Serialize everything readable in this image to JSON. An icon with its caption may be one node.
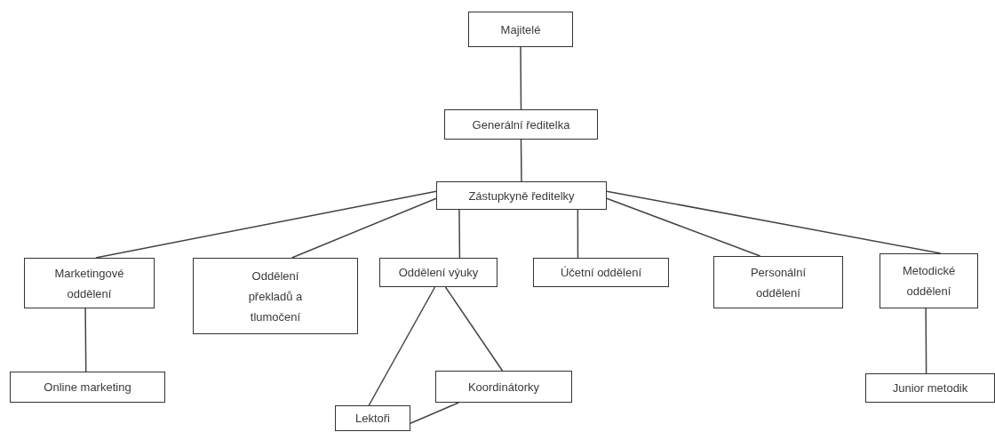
{
  "diagram": {
    "nodes": [
      {
        "text": [
          "Majitelé"
        ]
      },
      {
        "text": [
          "Generální ředitelka"
        ]
      },
      {
        "text": [
          "Zástupkyně ředitelky"
        ]
      },
      {
        "text": [
          "Marketingové oddělení"
        ]
      },
      {
        "text": [
          "Oddělení překladů a tlumočení"
        ]
      },
      {
        "text": [
          "Oddělení výuky"
        ]
      },
      {
        "text": [
          "Účetní oddělení"
        ]
      },
      {
        "text": [
          "Personální oddělení"
        ]
      },
      {
        "text": [
          "Metodické oddělení"
        ]
      },
      {
        "text": [
          "Online marketing"
        ]
      },
      {
        "text": [
          "Koordinátorky"
        ]
      },
      {
        "text": [
          "Junior metodik"
        ]
      },
      {
        "text": [
          "Lektoři"
        ]
      }
    ],
    "edges": [
      {
        "from": 0,
        "to": 1,
        "arrow": "none"
      },
      {
        "from": 1,
        "to": 2,
        "arrow": "none"
      },
      {
        "from": 2,
        "to": 3,
        "arrow": "none"
      },
      {
        "from": 2,
        "to": 4,
        "arrow": "none"
      },
      {
        "from": 2,
        "to": 5,
        "arrow": "none"
      },
      {
        "from": 2,
        "to": 6,
        "arrow": "none"
      },
      {
        "from": 2,
        "to": 7,
        "arrow": "none"
      },
      {
        "from": 2,
        "to": 8,
        "arrow": "none"
      },
      {
        "from": 3,
        "to": 9,
        "arrow": "none"
      },
      {
        "from": 5,
        "to": 12,
        "arrow": "none"
      },
      {
        "from": 5,
        "to": 10,
        "arrow": "none"
      },
      {
        "from": 10,
        "to": 12,
        "arrow": "none"
      },
      {
        "from": 8,
        "to": 11,
        "arrow": "none"
      }
    ]
  }
}
